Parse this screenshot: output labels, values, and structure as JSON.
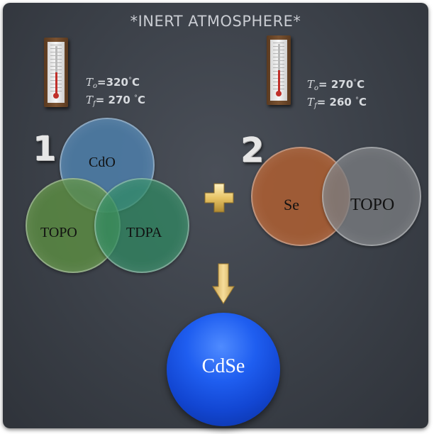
{
  "title": "*INERT ATMOSPHERE*",
  "step1": {
    "number": "1",
    "temps": {
      "t0_symbol": "T",
      "t0_sub": "o",
      "t0_value": "=320",
      "t0_unit": "C",
      "tf_symbol": "T",
      "tf_sub": "f",
      "tf_value": "= 270 ",
      "tf_unit": "C"
    },
    "reagents": [
      "CdO",
      "TOPO",
      "TDPA"
    ]
  },
  "step2": {
    "number": "2",
    "temps": {
      "t0_symbol": "T",
      "t0_sub": "o",
      "t0_value": "= 270",
      "t0_unit": "C",
      "tf_symbol": "T",
      "tf_sub": "f",
      "tf_value": "= 260 ",
      "tf_unit": "C"
    },
    "reagents": [
      "Se",
      "TOPO"
    ]
  },
  "degree_symbol": "°",
  "product": "CdSe",
  "colors": {
    "cdo": "#4e7faa",
    "topo1": "#5c8f42",
    "tdpa": "#2f8a62",
    "se": "#a85d33",
    "topo2": "#7a7c80",
    "plus": "#e8c466",
    "arrow": "#e9c878",
    "cdse": "#1f5ef0"
  }
}
